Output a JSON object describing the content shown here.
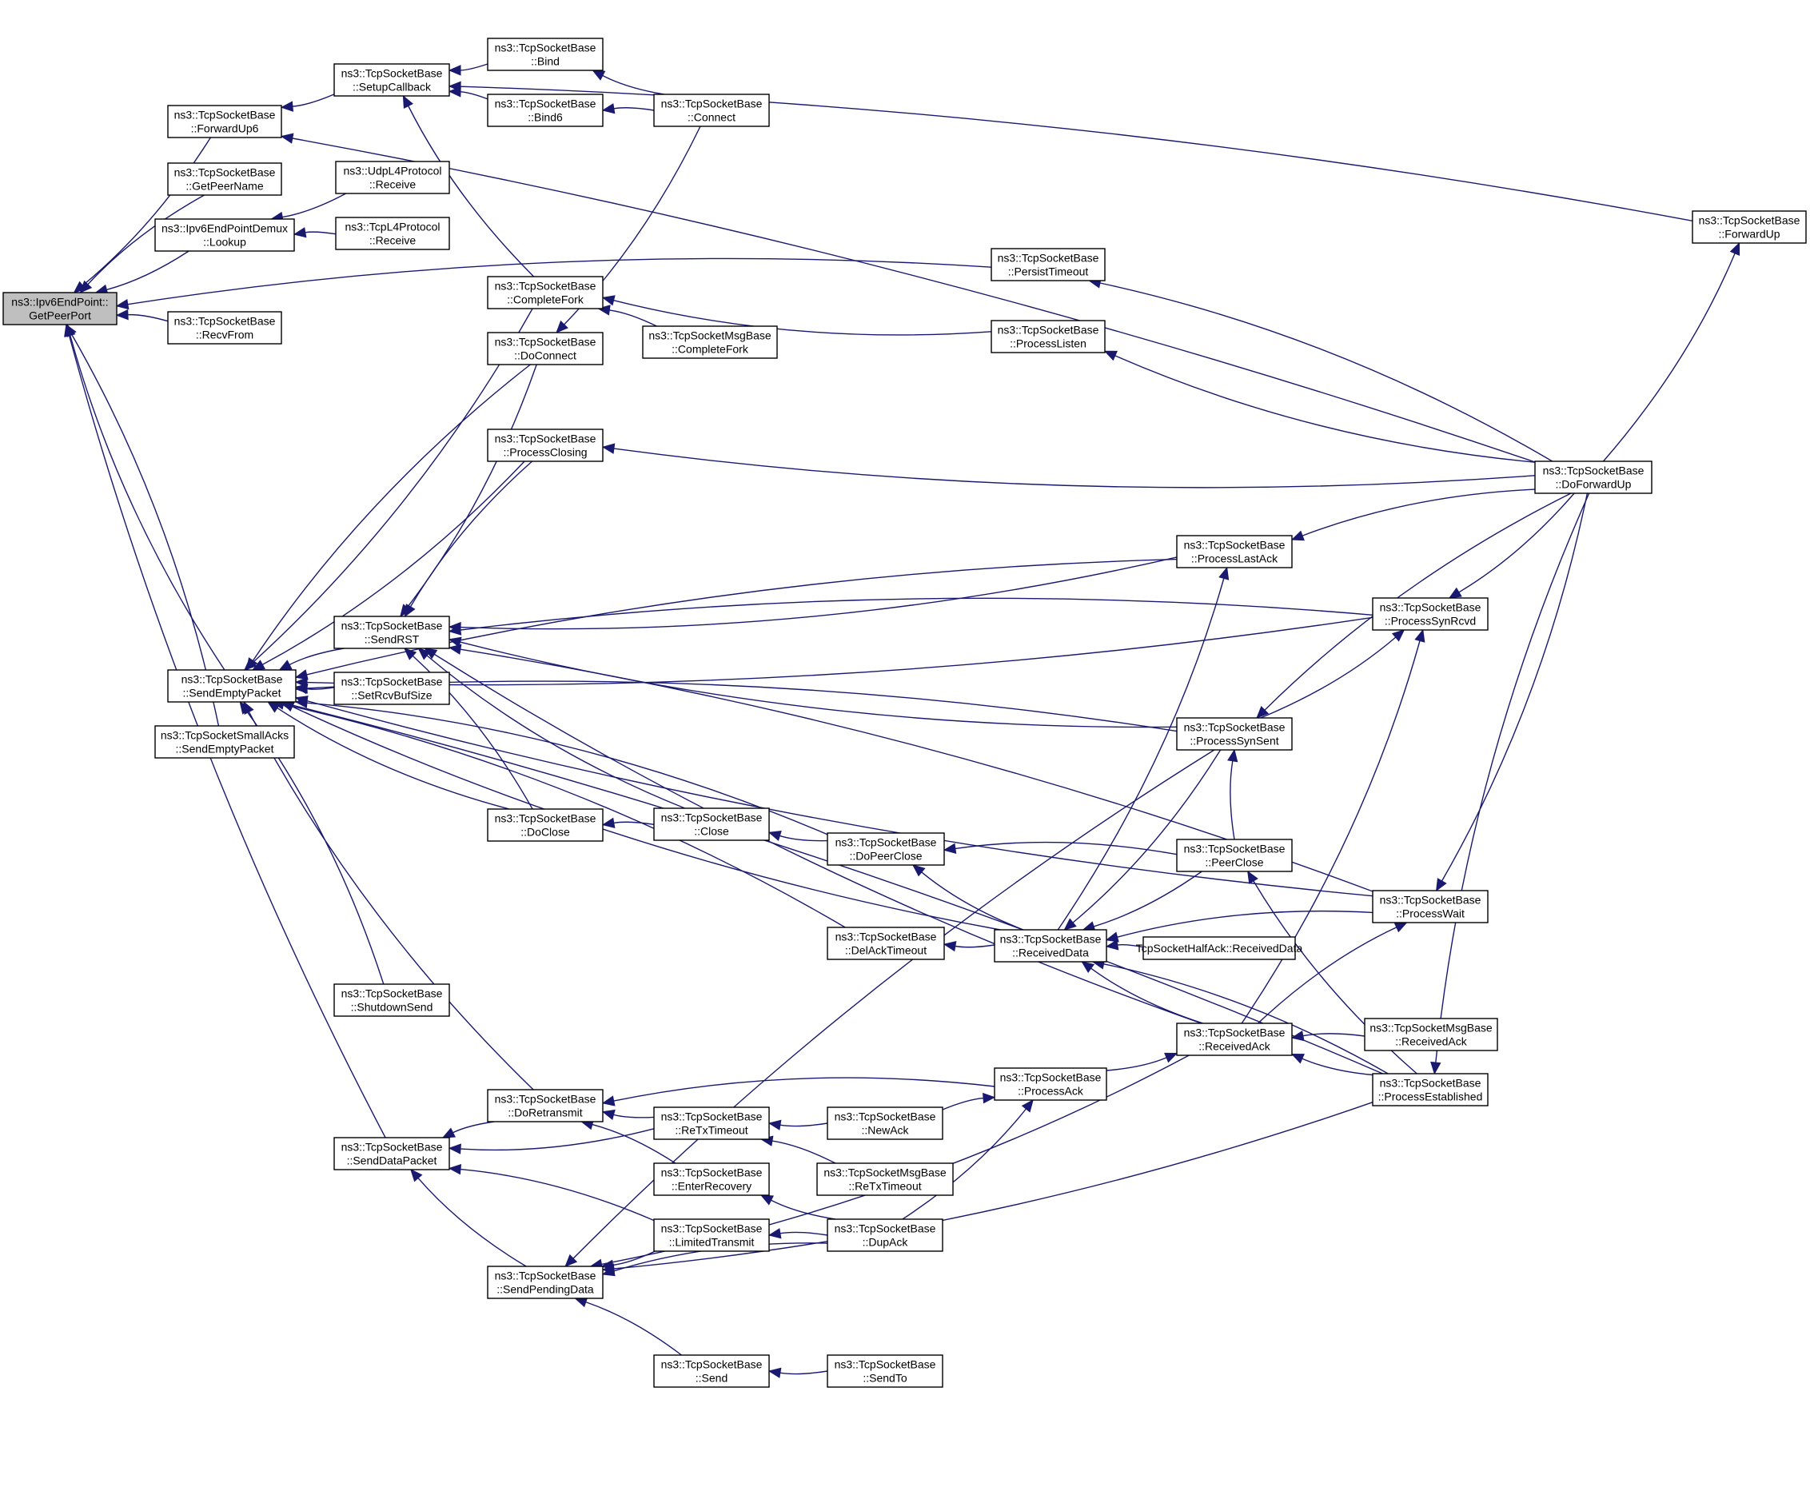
{
  "colors": {
    "edge": "#191970",
    "node_fill": "#ffffff",
    "focus_fill": "#bfbfbf",
    "border": "#000000"
  },
  "nodes": [
    {
      "id": "n0",
      "lines": [
        "ns3::Ipv6EndPoint::",
        "GetPeerPort"
      ],
      "focus": true
    },
    {
      "id": "n1",
      "lines": [
        "ns3::TcpSocketBase",
        "::ForwardUp6"
      ]
    },
    {
      "id": "n2",
      "lines": [
        "ns3::TcpSocketBase",
        "::GetPeerName"
      ]
    },
    {
      "id": "n3",
      "lines": [
        "ns3::Ipv6EndPointDemux",
        "::Lookup"
      ]
    },
    {
      "id": "n4",
      "lines": [
        "ns3::TcpSocketBase",
        "::RecvFrom"
      ]
    },
    {
      "id": "n5",
      "lines": [
        "ns3::TcpSocketBase",
        "::SendEmptyPacket"
      ]
    },
    {
      "id": "n6",
      "lines": [
        "ns3::TcpSocketSmallAcks",
        "::SendEmptyPacket"
      ]
    },
    {
      "id": "n7",
      "lines": [
        "ns3::TcpSocketBase",
        "::SendDataPacket"
      ]
    },
    {
      "id": "n8",
      "lines": [
        "ns3::TcpSocketBase",
        "::SetupCallback"
      ]
    },
    {
      "id": "n9",
      "lines": [
        "ns3::UdpL4Protocol",
        "::Receive"
      ]
    },
    {
      "id": "n10",
      "lines": [
        "ns3::TcpL4Protocol",
        "::Receive"
      ]
    },
    {
      "id": "n11",
      "lines": [
        "ns3::TcpSocketBase",
        "::Bind"
      ]
    },
    {
      "id": "n12",
      "lines": [
        "ns3::TcpSocketBase",
        "::Bind6"
      ]
    },
    {
      "id": "n13",
      "lines": [
        "ns3::TcpSocketBase",
        "::Connect"
      ]
    },
    {
      "id": "n14",
      "lines": [
        "ns3::TcpSocketBase",
        "::CompleteFork"
      ]
    },
    {
      "id": "n15",
      "lines": [
        "ns3::TcpSocketBase",
        "::DoConnect"
      ]
    },
    {
      "id": "n16",
      "lines": [
        "ns3::TcpSocketMsgBase",
        "::CompleteFork"
      ]
    },
    {
      "id": "n17",
      "lines": [
        "ns3::TcpSocketBase",
        "::PersistTimeout"
      ]
    },
    {
      "id": "n18",
      "lines": [
        "ns3::TcpSocketBase",
        "::ProcessListen"
      ]
    },
    {
      "id": "n19",
      "lines": [
        "ns3::TcpSocketBase",
        "::ForwardUp"
      ]
    },
    {
      "id": "n20",
      "lines": [
        "ns3::TcpSocketBase",
        "::DoForwardUp"
      ]
    },
    {
      "id": "n21",
      "lines": [
        "ns3::TcpSocketBase",
        "::ProcessClosing"
      ]
    },
    {
      "id": "n22",
      "lines": [
        "ns3::TcpSocketBase",
        "::SendRST"
      ]
    },
    {
      "id": "n23",
      "lines": [
        "ns3::TcpSocketBase",
        "::SetRcvBufSize"
      ]
    },
    {
      "id": "n24",
      "lines": [
        "ns3::TcpSocketBase",
        "::ProcessLastAck"
      ]
    },
    {
      "id": "n25",
      "lines": [
        "ns3::TcpSocketBase",
        "::ProcessSynRcvd"
      ]
    },
    {
      "id": "n26",
      "lines": [
        "ns3::TcpSocketBase",
        "::ProcessSynSent"
      ]
    },
    {
      "id": "n27",
      "lines": [
        "ns3::TcpSocketBase",
        "::DoClose"
      ]
    },
    {
      "id": "n28",
      "lines": [
        "ns3::TcpSocketBase",
        "::Close"
      ]
    },
    {
      "id": "n29",
      "lines": [
        "ns3::TcpSocketBase",
        "::DoPeerClose"
      ]
    },
    {
      "id": "n30",
      "lines": [
        "ns3::TcpSocketBase",
        "::PeerClose"
      ]
    },
    {
      "id": "n31",
      "lines": [
        "ns3::TcpSocketBase",
        "::ProcessWait"
      ]
    },
    {
      "id": "n32",
      "lines": [
        "ns3::TcpSocketBase",
        "::DelAckTimeout"
      ]
    },
    {
      "id": "n33",
      "lines": [
        "ns3::TcpSocketBase",
        "::ReceivedData"
      ]
    },
    {
      "id": "n34",
      "lines": [
        "TcpSocketHalfAck::ReceivedData"
      ]
    },
    {
      "id": "n35",
      "lines": [
        "ns3::TcpSocketBase",
        "::ShutdownSend"
      ]
    },
    {
      "id": "n36",
      "lines": [
        "ns3::TcpSocketBase",
        "::ReceivedAck"
      ]
    },
    {
      "id": "n37",
      "lines": [
        "ns3::TcpSocketMsgBase",
        "::ReceivedAck"
      ]
    },
    {
      "id": "n38",
      "lines": [
        "ns3::TcpSocketBase",
        "::DoRetransmit"
      ]
    },
    {
      "id": "n39",
      "lines": [
        "ns3::TcpSocketBase",
        "::ProcessAck"
      ]
    },
    {
      "id": "n40",
      "lines": [
        "ns3::TcpSocketBase",
        "::ProcessEstablished"
      ]
    },
    {
      "id": "n41",
      "lines": [
        "ns3::TcpSocketBase",
        "::ReTxTimeout"
      ]
    },
    {
      "id": "n42",
      "lines": [
        "ns3::TcpSocketBase",
        "::NewAck"
      ]
    },
    {
      "id": "n43",
      "lines": [
        "ns3::TcpSocketBase",
        "::EnterRecovery"
      ]
    },
    {
      "id": "n44",
      "lines": [
        "ns3::TcpSocketMsgBase",
        "::ReTxTimeout"
      ]
    },
    {
      "id": "n45",
      "lines": [
        "ns3::TcpSocketBase",
        "::LimitedTransmit"
      ]
    },
    {
      "id": "n46",
      "lines": [
        "ns3::TcpSocketBase",
        "::DupAck"
      ]
    },
    {
      "id": "n47",
      "lines": [
        "ns3::TcpSocketBase",
        "::SendPendingData"
      ]
    },
    {
      "id": "n48",
      "lines": [
        "ns3::TcpSocketBase",
        "::Send"
      ]
    },
    {
      "id": "n49",
      "lines": [
        "ns3::TcpSocketBase",
        "::SendTo"
      ]
    }
  ],
  "edges": [
    [
      "n1",
      "n0"
    ],
    [
      "n2",
      "n0"
    ],
    [
      "n3",
      "n0"
    ],
    [
      "n4",
      "n0"
    ],
    [
      "n5",
      "n0"
    ],
    [
      "n6",
      "n0"
    ],
    [
      "n7",
      "n0"
    ],
    [
      "n17",
      "n0"
    ],
    [
      "n8",
      "n1"
    ],
    [
      "n20",
      "n1"
    ],
    [
      "n9",
      "n3"
    ],
    [
      "n10",
      "n3"
    ],
    [
      "n11",
      "n8"
    ],
    [
      "n12",
      "n8"
    ],
    [
      "n14",
      "n8"
    ],
    [
      "n19",
      "n8"
    ],
    [
      "n13",
      "n11"
    ],
    [
      "n13",
      "n12"
    ],
    [
      "n13",
      "n15"
    ],
    [
      "n16",
      "n14"
    ],
    [
      "n18",
      "n14"
    ],
    [
      "n20",
      "n17"
    ],
    [
      "n20",
      "n18"
    ],
    [
      "n20",
      "n19"
    ],
    [
      "n20",
      "n21"
    ],
    [
      "n20",
      "n24"
    ],
    [
      "n20",
      "n25"
    ],
    [
      "n20",
      "n26"
    ],
    [
      "n20",
      "n31"
    ],
    [
      "n20",
      "n40"
    ],
    [
      "n14",
      "n5"
    ],
    [
      "n15",
      "n5"
    ],
    [
      "n21",
      "n5"
    ],
    [
      "n22",
      "n5"
    ],
    [
      "n23",
      "n5"
    ],
    [
      "n24",
      "n5"
    ],
    [
      "n25",
      "n5"
    ],
    [
      "n26",
      "n5"
    ],
    [
      "n27",
      "n5"
    ],
    [
      "n29",
      "n5"
    ],
    [
      "n31",
      "n5"
    ],
    [
      "n32",
      "n5"
    ],
    [
      "n33",
      "n5"
    ],
    [
      "n35",
      "n5"
    ],
    [
      "n38",
      "n5"
    ],
    [
      "n40",
      "n5"
    ],
    [
      "n15",
      "n22"
    ],
    [
      "n21",
      "n22"
    ],
    [
      "n24",
      "n22"
    ],
    [
      "n25",
      "n22"
    ],
    [
      "n26",
      "n22"
    ],
    [
      "n27",
      "n22"
    ],
    [
      "n28",
      "n22"
    ],
    [
      "n31",
      "n22"
    ],
    [
      "n36",
      "n22"
    ],
    [
      "n28",
      "n27"
    ],
    [
      "n29",
      "n28"
    ],
    [
      "n30",
      "n29"
    ],
    [
      "n33",
      "n29"
    ],
    [
      "n26",
      "n25"
    ],
    [
      "n30",
      "n26"
    ],
    [
      "n36",
      "n25"
    ],
    [
      "n40",
      "n30"
    ],
    [
      "n33",
      "n24"
    ],
    [
      "n30",
      "n33"
    ],
    [
      "n31",
      "n33"
    ],
    [
      "n26",
      "n33"
    ],
    [
      "n34",
      "n33"
    ],
    [
      "n36",
      "n33"
    ],
    [
      "n40",
      "n33"
    ],
    [
      "n33",
      "n32"
    ],
    [
      "n37",
      "n36"
    ],
    [
      "n40",
      "n36"
    ],
    [
      "n39",
      "n36"
    ],
    [
      "n36",
      "n31"
    ],
    [
      "n38",
      "n7"
    ],
    [
      "n41",
      "n7"
    ],
    [
      "n45",
      "n7"
    ],
    [
      "n47",
      "n7"
    ],
    [
      "n39",
      "n38"
    ],
    [
      "n41",
      "n38"
    ],
    [
      "n43",
      "n38"
    ],
    [
      "n42",
      "n41"
    ],
    [
      "n44",
      "n41"
    ],
    [
      "n42",
      "n39"
    ],
    [
      "n46",
      "n39"
    ],
    [
      "n46",
      "n43"
    ],
    [
      "n46",
      "n45"
    ],
    [
      "n45",
      "n47"
    ],
    [
      "n46",
      "n47"
    ],
    [
      "n36",
      "n47"
    ],
    [
      "n48",
      "n47"
    ],
    [
      "n40",
      "n47"
    ],
    [
      "n26",
      "n47"
    ],
    [
      "n49",
      "n48"
    ]
  ]
}
